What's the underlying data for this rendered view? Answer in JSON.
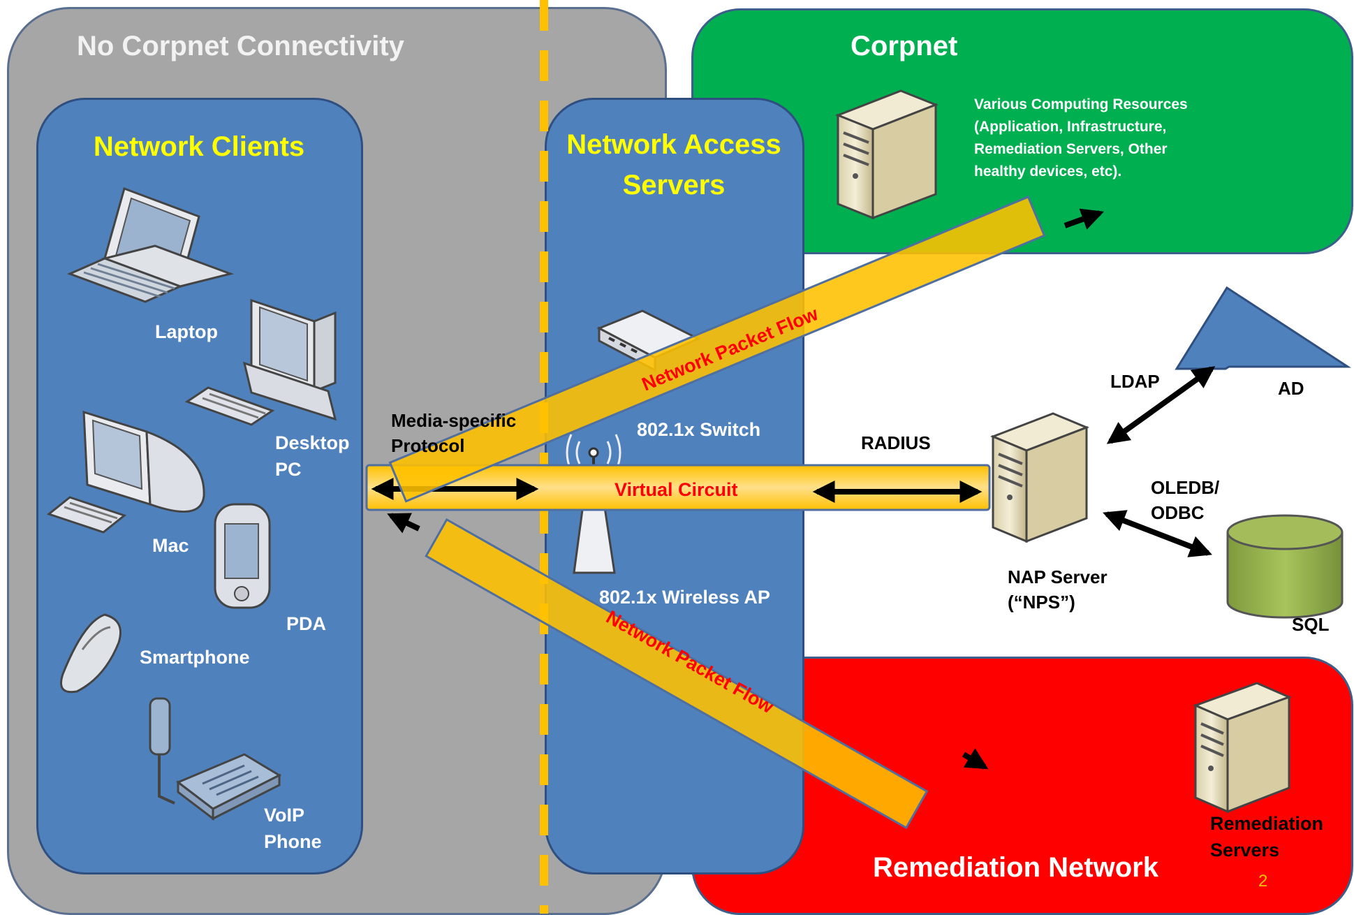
{
  "zones": {
    "no_corpnet": "No Corpnet Connectivity",
    "corpnet": "Corpnet",
    "remediation": "Remediation Network"
  },
  "clients": {
    "title": "Network Clients",
    "devices": [
      "Laptop",
      "Desktop PC",
      "Mac",
      "PDA",
      "Smartphone",
      "VoIP Phone"
    ],
    "desktop_line1": "Desktop",
    "desktop_line2": "PC",
    "voip_line1": "VoIP",
    "voip_line2": "Phone"
  },
  "nas": {
    "title_line1": "Network Access",
    "title_line2": "Servers",
    "switch_label": "802.1x Switch",
    "wireless_label": "802.1x Wireless AP"
  },
  "corpnet_resources": {
    "line1": "Various Computing Resources",
    "line2": "(Application, Infrastructure,",
    "line3": "Remediation Servers, Other",
    "line4": "healthy devices, etc)."
  },
  "connections": {
    "media_line1": "Media-specific",
    "media_line2": "Protocol",
    "virtual_circuit": "Virtual Circuit",
    "radius": "RADIUS",
    "ldap": "LDAP",
    "oledb_line1": "OLEDB/",
    "oledb_line2": "ODBC",
    "packet_flow_upper": "Network Packet Flow",
    "packet_flow_lower": "Network Packet Flow"
  },
  "nap_server": {
    "line1": "NAP Server",
    "line2": "(“NPS”)"
  },
  "directory": {
    "ad": "AD",
    "sql": "SQL"
  },
  "remediation_servers": {
    "line1": "Remediation",
    "line2": "Servers"
  },
  "page_number": "2",
  "colors": {
    "gray_zone": "#a6a6a6",
    "corpnet": "#00b050",
    "remediation": "#ff0000",
    "panel_blue": "#4f81bd",
    "band_gold": "#ffc000",
    "title_yellow": "#ffff00"
  }
}
